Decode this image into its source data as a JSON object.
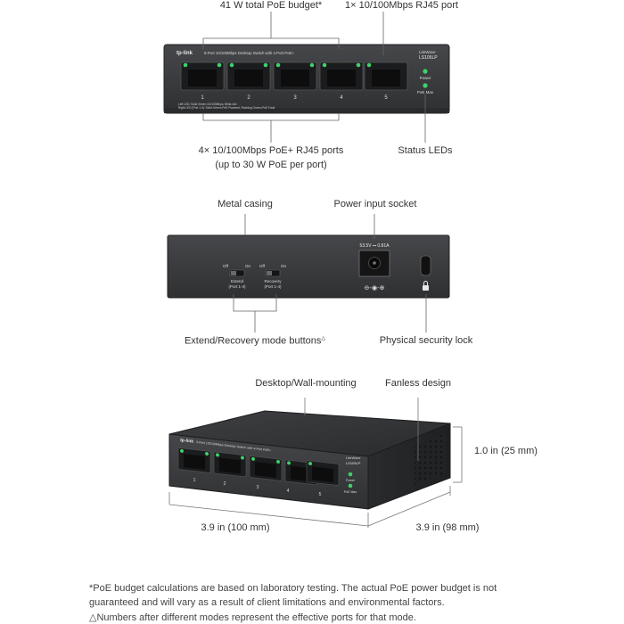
{
  "front": {
    "callouts": {
      "poe_budget": "41 W total PoE budget*",
      "rj45_port": "1× 10/100Mbps RJ45 port",
      "poe_ports_line1": "4× 10/100Mbps PoE+ RJ45 ports",
      "poe_ports_line2": "(up to 30 W PoE per port)",
      "status_leds": "Status LEDs"
    },
    "panel": {
      "brand": "tp-link",
      "description": "5-Port 10/100Mbps Desktop Switch with 4-Port PoE+",
      "series": "LiteWave",
      "model": "LS105LP",
      "port_numbers": [
        "1",
        "2",
        "3",
        "4",
        "5"
      ],
      "led_power": "Power",
      "led_poe_max": "PoE Max",
      "legend_left": "Left LED: Solid Green=10/100Mbps, Blink=Act",
      "legend_right": "Right LED (Port 1-4): Solid Green=PoE Powered, Flashing Green=PoE Fault"
    }
  },
  "rear": {
    "callouts": {
      "metal_casing": "Metal casing",
      "power_socket": "Power input socket",
      "mode_buttons": "Extend/Recovery mode buttons",
      "mode_buttons_mark": "△",
      "security_lock": "Physical security lock"
    },
    "panel": {
      "switch1_off": "Off",
      "switch1_on": "On",
      "switch1_label1": "Extend",
      "switch1_label2": "(Port 1-4)",
      "switch2_off": "Off",
      "switch2_on": "On",
      "switch2_label1": "Recovery",
      "switch2_label2": "(Port 1-4)",
      "power_rating": "53.5V ⎓ 0.81A",
      "polarity": "⊖-◉-⊕"
    }
  },
  "iso": {
    "callouts": {
      "mounting": "Desktop/Wall-mounting",
      "fanless": "Fanless design",
      "height": "1.0 in (25 mm)",
      "width": "3.9 in (100 mm)",
      "depth": "3.9 in (98 mm)"
    },
    "panel": {
      "brand": "tp-link",
      "description": "5-Port 10/100Mbps Desktop Switch with 4-Port PoE+",
      "series": "LiteWave",
      "model": "LS105LP",
      "port_numbers": [
        "1",
        "2",
        "3",
        "4",
        "5"
      ],
      "led_power": "Power",
      "led_poe_max": "PoE Max"
    }
  },
  "footnotes": {
    "line1": "*PoE budget calculations are based on laboratory testing. The actual PoE power budget is not",
    "line2": "guaranteed and will vary as a result of client limitations and environmental factors.",
    "line3": "△Numbers after different modes represent the effective ports for that mode."
  },
  "colors": {
    "device_body": "#3a3b3d",
    "device_edge": "#232426",
    "port": "#1b1c1e",
    "led_green": "#3fcf6a",
    "line": "#555555"
  }
}
